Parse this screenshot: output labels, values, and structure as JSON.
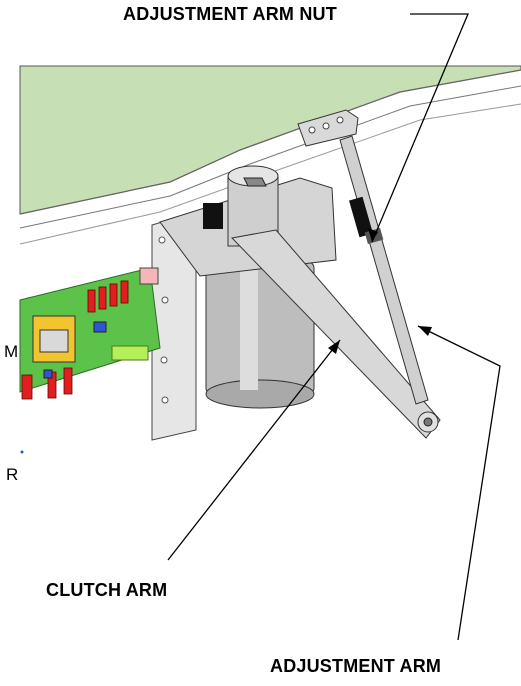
{
  "labels": {
    "adjustment_arm_nut": "ADJUSTMENT ARM NUT",
    "clutch_arm": "CLUTCH ARM",
    "adjustment_arm": "ADJUSTMENT ARM"
  },
  "edge_fragments": {
    "left_1": "M",
    "left_2": "R"
  },
  "colors": {
    "panel_green": "#c6dfb4",
    "board_green": "#5cc24a",
    "metal": "#cfcfcf",
    "motor": "#bdbdbd",
    "red_connector": "#e02020",
    "transformer_yellow": "#f2c530",
    "leader": "#000000"
  }
}
